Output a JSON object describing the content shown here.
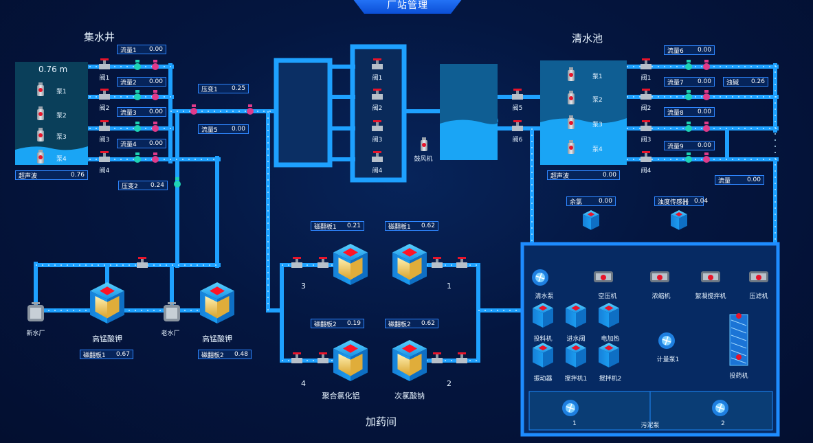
{
  "header": {
    "title": "厂站管理"
  },
  "sections": {
    "well": "集水井",
    "clear_pool": "清水池",
    "dosing_room": "加药间"
  },
  "well": {
    "level": "0.76 m",
    "pumps": [
      "泵1",
      "泵2",
      "泵3",
      "泵4"
    ],
    "ultrasonic": {
      "label": "超声波",
      "value": "0.76"
    },
    "flows": [
      {
        "label": "流量1",
        "value": "0.00"
      },
      {
        "label": "流量2",
        "value": "0.00"
      },
      {
        "label": "流量3",
        "value": "0.00"
      },
      {
        "label": "流量4",
        "value": "0.00"
      }
    ],
    "valves": [
      "阀1",
      "阀2",
      "阀3",
      "阀4"
    ],
    "pressure1": {
      "label": "压变1",
      "value": "0.25"
    },
    "flow5": {
      "label": "流量5",
      "value": "0.00"
    },
    "pressure2": {
      "label": "压变2",
      "value": "0.24"
    }
  },
  "filter": {
    "valves": [
      "阀1",
      "阀2",
      "阀3",
      "阀4"
    ],
    "blower": "鼓风机"
  },
  "sed": {
    "valves": [
      "阀5",
      "阀6"
    ]
  },
  "clear": {
    "pumps": [
      "泵1",
      "泵2",
      "泵3",
      "泵4"
    ],
    "ultrasonic": {
      "label": "超声波",
      "value": "0.00"
    },
    "valves": [
      "阀1",
      "阀2",
      "阀3",
      "阀4"
    ],
    "flows": [
      {
        "label": "流量6",
        "value": "0.00"
      },
      {
        "label": "流量7",
        "value": "0.00"
      },
      {
        "label": "流量8",
        "value": "0.00"
      },
      {
        "label": "流量9",
        "value": "0.00"
      }
    ],
    "ph": {
      "label": "浊碱",
      "value": "0.26"
    },
    "flowmeter": {
      "label": "流量",
      "value": "0.00"
    },
    "chlorine": {
      "label": "余氯",
      "value": "0.00"
    },
    "turbidity": {
      "label": "浊度传感器",
      "value": "0.04"
    }
  },
  "kmno4": {
    "name": "高锰酸钾",
    "sensor1": {
      "label": "磁翻板1",
      "value": "0.67"
    },
    "sensor2": {
      "label": "磁翻板2",
      "value": "0.48"
    },
    "new_plant": "新水厂",
    "old_plant": "老水厂"
  },
  "dosing": {
    "s_pac1": {
      "label": "磁翻板1",
      "value": "0.21"
    },
    "s_naclo1": {
      "label": "磁翻板1",
      "value": "0.62"
    },
    "s_pac2": {
      "label": "磁翻板2",
      "value": "0.19"
    },
    "s_naclo2": {
      "label": "磁翻板2",
      "value": "0.62"
    },
    "n3": "3",
    "n1": "1",
    "n4": "4",
    "n2": "2",
    "pac": "聚合氯化铝",
    "naclo": "次氯酸钠"
  },
  "equipment": {
    "clear_pump": "清水泵",
    "air_compressor": "空压机",
    "thickener": "浓缩机",
    "mixer": "絮凝搅拌机",
    "press": "压滤机",
    "feeder": "投料机",
    "inlet_valve": "进水阀",
    "heater": "电加热",
    "vibrator": "振动器",
    "agitator1": "搅拌机1",
    "agitator2": "搅拌机2",
    "meter_pump": "计量泵1",
    "dosing_machine": "投药机",
    "sludge_pump": "污泥泵",
    "sp1": "1",
    "sp2": "2"
  },
  "colors": {
    "pipe": "#1ea1ff",
    "panel_border": "#1e8cff",
    "alarm": "#e8142a",
    "water": "#1aa5f5"
  }
}
